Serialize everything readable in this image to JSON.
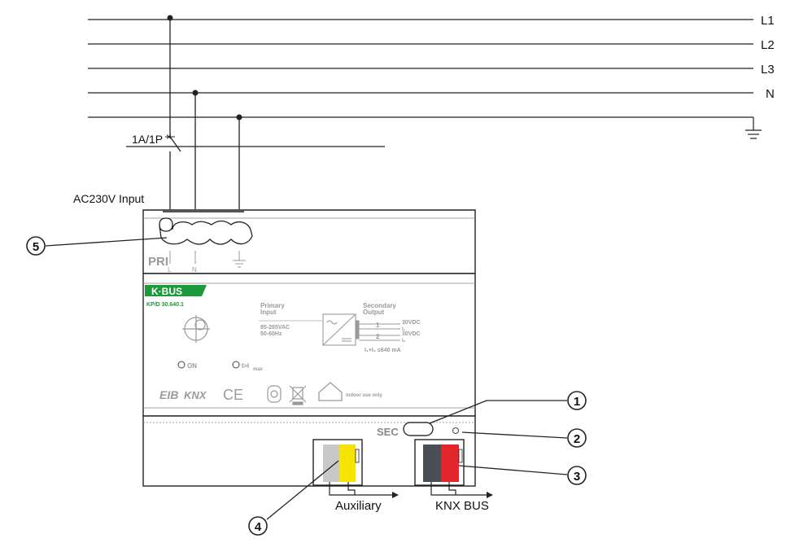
{
  "bus_lines": [
    {
      "label": "L1"
    },
    {
      "label": "L2"
    },
    {
      "label": "L3"
    },
    {
      "label": "N"
    }
  ],
  "breaker": {
    "label": "1A/1P"
  },
  "input": {
    "label": "AC230V  Input"
  },
  "device": {
    "brand": "K·BUS",
    "model": "KP/D  30.640.1",
    "primary_title": "Primary\nInput",
    "primary_line1": "85-265VAC",
    "primary_line2": "50-60Hz",
    "secondary_title": "Secondary\nOutput",
    "out1_num": "1",
    "out2_num": "2",
    "out1_v": "30VDC",
    "out1_i": "I₁",
    "out2_v": "30VDC",
    "out2_i": "I₂",
    "current_limit": "I₁+I₂ ≤640 mA",
    "on_label": "ON",
    "imax_label": "I>I",
    "imax_sub": "max",
    "eib": "EIB",
    "knx": "KNX",
    "ce": "CE",
    "indoor": "indoor use only",
    "pri": "PRI",
    "term_l": "L",
    "term_n": "N",
    "sec": "SEC"
  },
  "labels": {
    "auxiliary": "Auxiliary",
    "knx_bus": "KNX BUS"
  },
  "callouts": [
    "1",
    "2",
    "3",
    "4",
    "5"
  ],
  "colors": {
    "kbus_green": "#1a9a3a",
    "aux_yellow": "#f6e400",
    "aux_grey": "#c8c8c8",
    "knx_red": "#e3262b",
    "knx_dark": "#4a4f57",
    "line": "#222222"
  }
}
